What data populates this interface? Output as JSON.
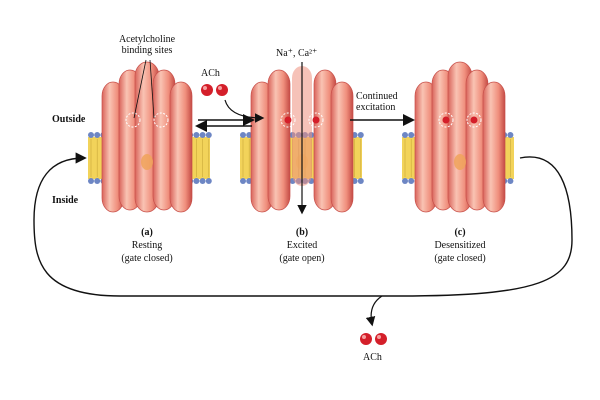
{
  "labels": {
    "binding_sites_line1": "Acetylcholine",
    "binding_sites_line2": "binding sites",
    "ach_top": "ACh",
    "ions": "Na⁺, Ca²⁺",
    "continued_line1": "Continued",
    "continued_line2": "excitation",
    "outside": "Outside",
    "inside": "Inside",
    "ach_bottom": "ACh"
  },
  "states": [
    {
      "letter": "(a)",
      "name": "Resting",
      "gate": "(gate closed)"
    },
    {
      "letter": "(b)",
      "name": "Excited",
      "gate": "(gate open)"
    },
    {
      "letter": "(c)",
      "name": "Desensitized",
      "gate": "(gate closed)"
    }
  ],
  "colors": {
    "membrane_yellow": "#f2d35a",
    "membrane_stripe": "#c9a93a",
    "lipid_head": "#6d86c4",
    "channel_light": "#f7b2a2",
    "channel_mid": "#ef8f7d",
    "channel_dark": "#c8504a",
    "ach_red": "#d41f2a",
    "gate_orange": "#f0a35a"
  }
}
